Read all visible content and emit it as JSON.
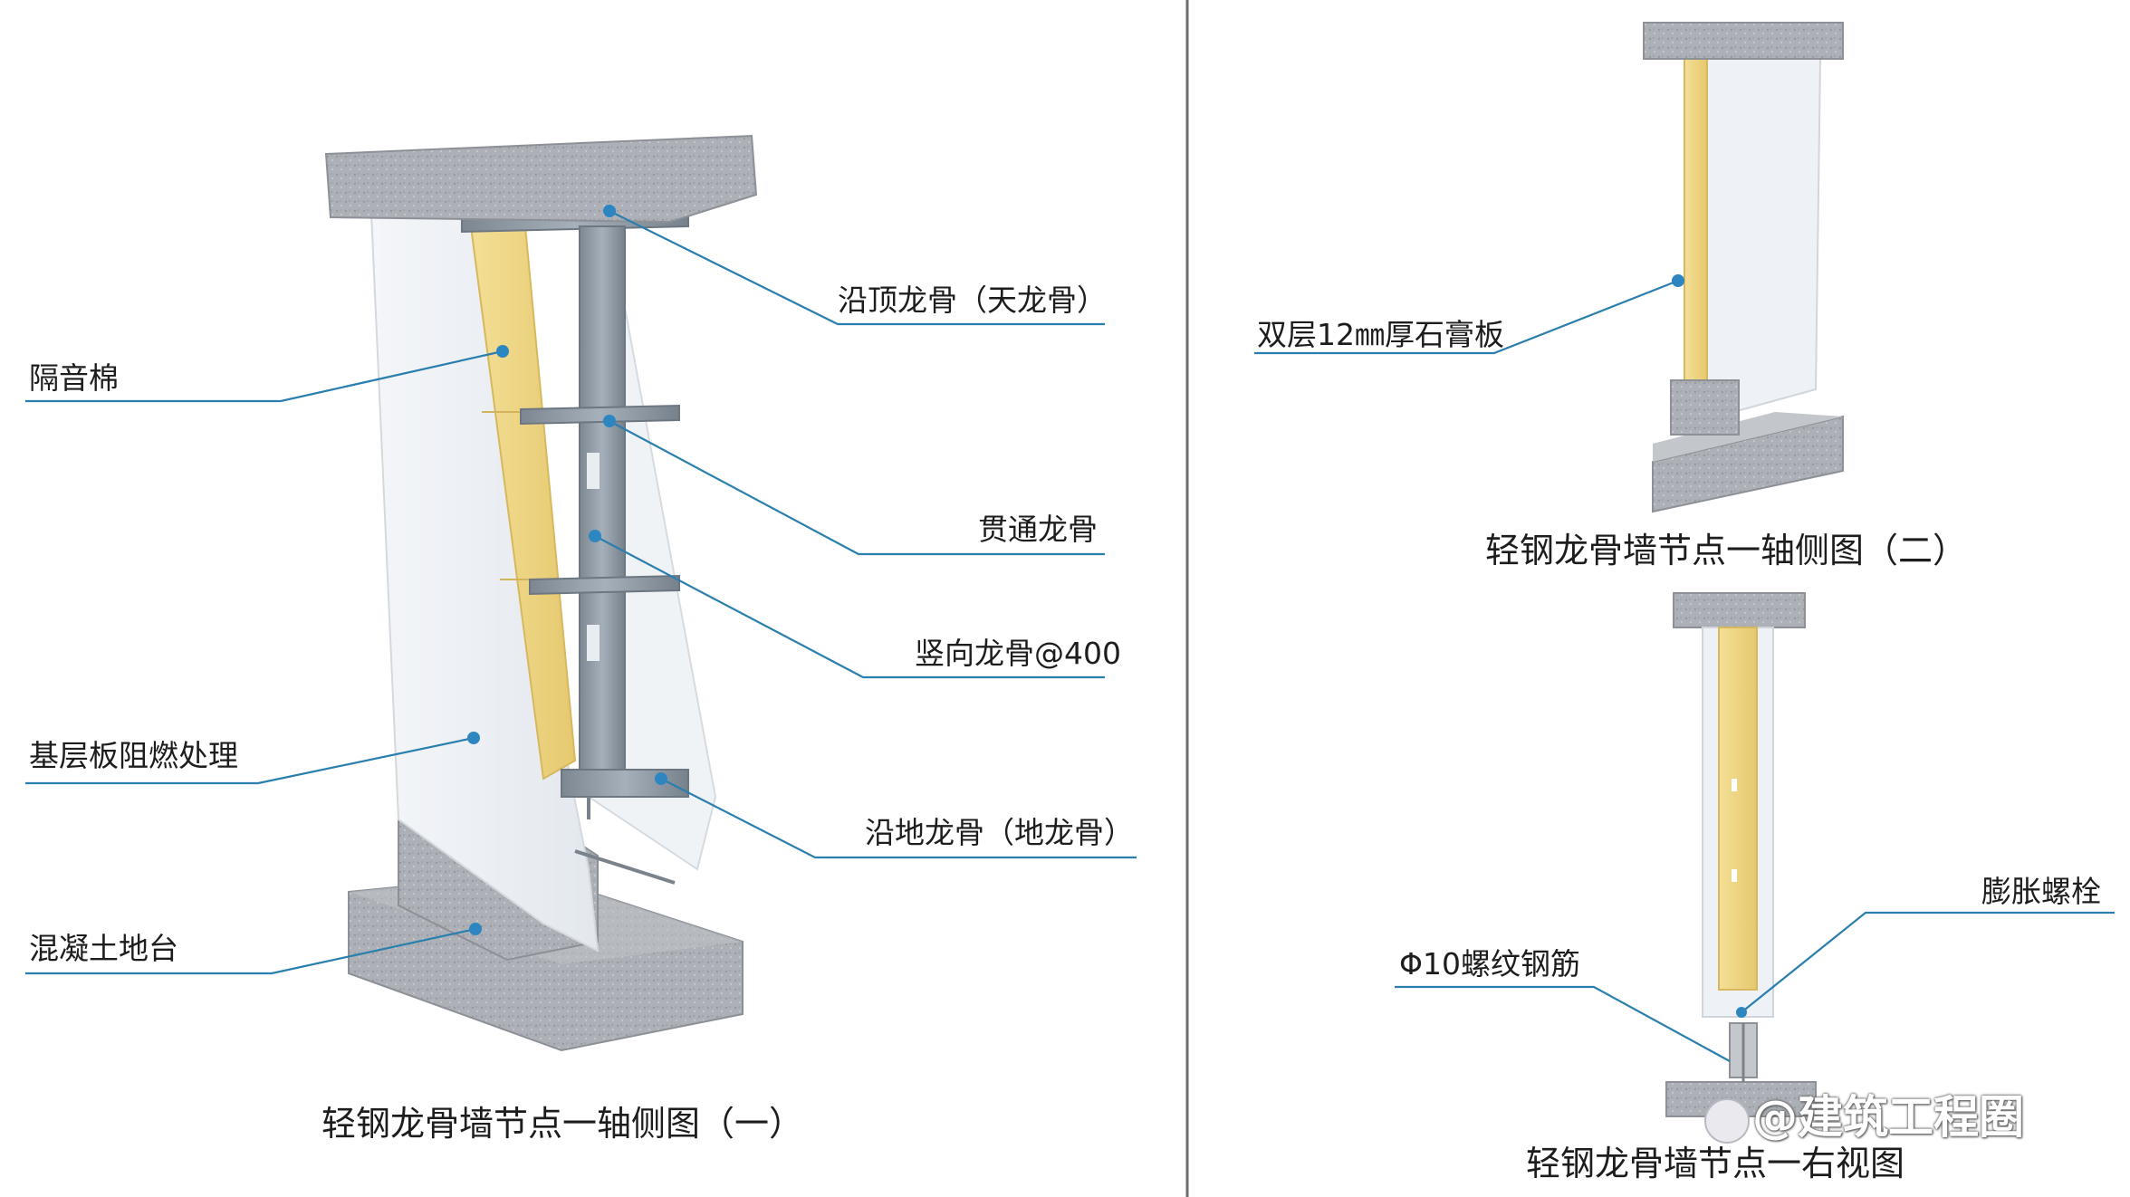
{
  "labels": {
    "top_track": "沿顶龙骨（天龙骨）",
    "insulation": "隔音棉",
    "through_stud": "贯通龙骨",
    "vertical_stud": "竖向龙骨@400",
    "base_board": "基层板阻燃处理",
    "bottom_track": "沿地龙骨（地龙骨）",
    "concrete_base": "混凝土地台",
    "double_gypsum": "双层12㎜厚石膏板",
    "expansion_bolt": "膨胀螺栓",
    "rebar": "Φ10螺纹钢筋"
  },
  "captions": {
    "axo_1": "轻钢龙骨墙节点一轴侧图（一）",
    "axo_2": "轻钢龙骨墙节点一轴侧图（二）",
    "right_view": "轻钢龙骨墙节点一右视图"
  },
  "watermark": "@建筑工程圈",
  "colors": {
    "leader": "#2a7fae",
    "dot": "#2e86c1",
    "concrete": "#a9adb3",
    "gypsum": "#eef1f5",
    "insulation": "#f1d98a",
    "steel": "#8e98a3",
    "divider": "#6e6e6e"
  }
}
